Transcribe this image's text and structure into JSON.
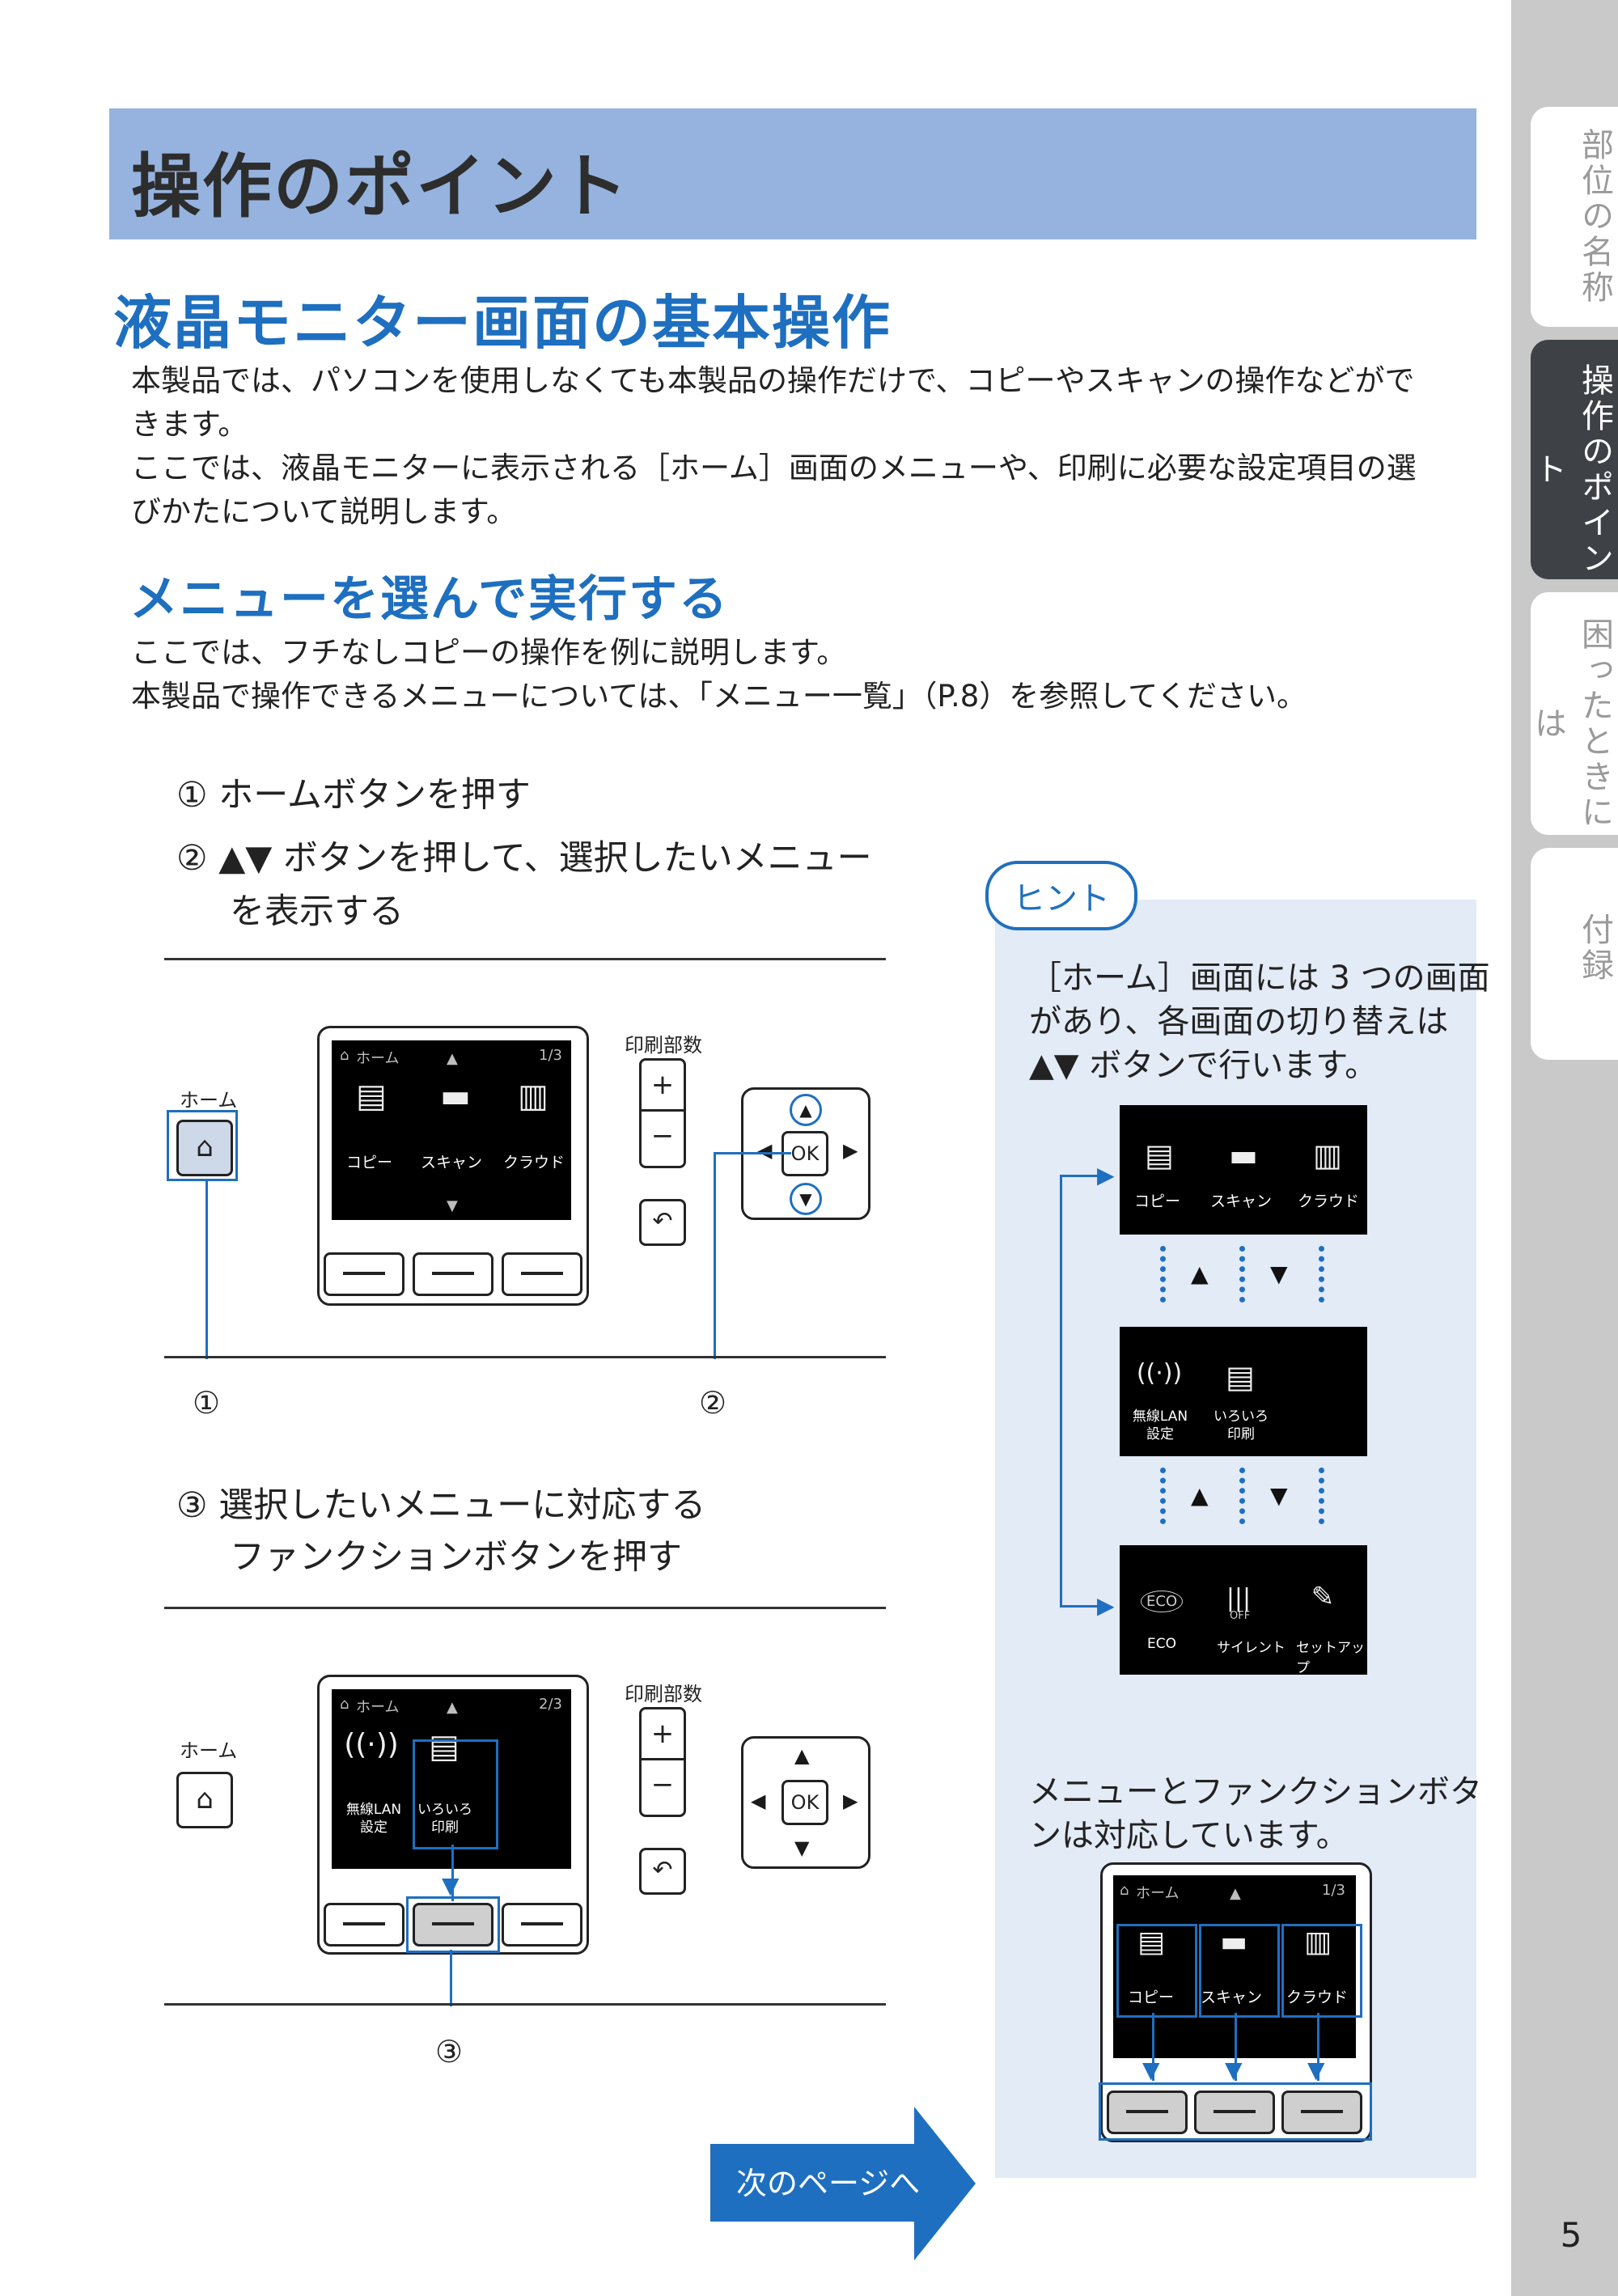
{
  "tabs": [
    {
      "label": "部位の名称",
      "active": false
    },
    {
      "label": "操作のポイント",
      "active": true
    },
    {
      "label": "困ったときには",
      "active": false
    },
    {
      "label": "付録",
      "active": false
    }
  ],
  "page_number": "5",
  "header": {
    "title": "操作のポイント"
  },
  "section": {
    "title": "液晶モニター画面の基本操作",
    "intro": [
      "本製品では、パソコンを使用しなくても本製品の操作だけで、コピーやスキャンの操作などがで",
      "きます。",
      "ここでは、液晶モニターに表示される［ホーム］画面のメニューや、印刷に必要な設定項目の選",
      "びかたについて説明します。"
    ]
  },
  "subsection": {
    "title": "メニューを選んで実行する",
    "intro": [
      "ここでは、フチなしコピーの操作を例に説明します。",
      "本製品で操作できるメニューについては、「メニュー一覧」（P.8）を参照してください。"
    ]
  },
  "steps": {
    "s1": "① ホームボタンを押す",
    "s2a": "② ▲▼ ボタンを押して、選択したいメニュー",
    "s2b": "を表示する",
    "s3a": "③ 選択したいメニューに対応する",
    "s3b": "ファンクションボタンを押す"
  },
  "figure1": {
    "home_label": "ホーム",
    "lcd_header": "ホーム",
    "page": "1/3",
    "items": [
      "コピー",
      "スキャン",
      "クラウド"
    ],
    "copies_label": "印刷部数",
    "plus": "+",
    "minus": "−",
    "back": "↶",
    "ok": "OK",
    "callout1": "①",
    "callout2": "②"
  },
  "figure2": {
    "home_label": "ホーム",
    "lcd_header": "ホーム",
    "page": "2/3",
    "items": [
      "無線LAN\n設定",
      "いろいろ\n印刷"
    ],
    "copies_label": "印刷部数",
    "plus": "+",
    "minus": "−",
    "back": "↶",
    "ok": "OK",
    "callout3": "③"
  },
  "hint": {
    "badge": "ヒント",
    "text1": [
      "［ホーム］画面には 3 つの画面",
      "があり、各画面の切り替えは",
      "▲▼ ボタンで行います。"
    ],
    "screens": [
      {
        "items": [
          "コピー",
          "スキャン",
          "クラウド"
        ]
      },
      {
        "items": [
          "無線LAN\n設定",
          "いろいろ\n印刷"
        ]
      },
      {
        "items": [
          "ECO",
          "サイレント",
          "セットアップ"
        ],
        "badges": [
          "ECO",
          "OFF"
        ]
      }
    ],
    "text2": [
      "メニューとファンクションボタ",
      "ンは対応しています。"
    ],
    "mini_lcd": {
      "header": "ホーム",
      "page": "1/3",
      "items": [
        "コピー",
        "スキャン",
        "クラウド"
      ]
    }
  },
  "next": {
    "label": "次のページへ"
  }
}
